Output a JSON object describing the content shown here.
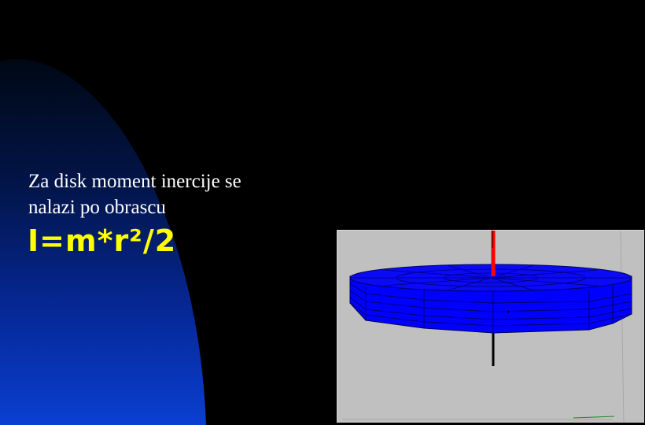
{
  "slide": {
    "body_line_1": "Za disk moment inercije se",
    "body_line_2": "nalazi po obrascu",
    "formula": "I=m*r²/2"
  },
  "colors": {
    "background": "#000000",
    "arc_gradient_top": "#000814",
    "arc_gradient_bottom": "#0a3fd0",
    "body_text": "#ffffff",
    "formula_text": "#ffff00",
    "viewport_bg": "#c0c0c0",
    "disk_fill": "#0000ff",
    "disk_edge": "#000066",
    "axis_top": "#ff0000",
    "axis_bottom": "#000000"
  },
  "viewport": {
    "object": "disk",
    "content": "3D rotating disk simulation"
  }
}
